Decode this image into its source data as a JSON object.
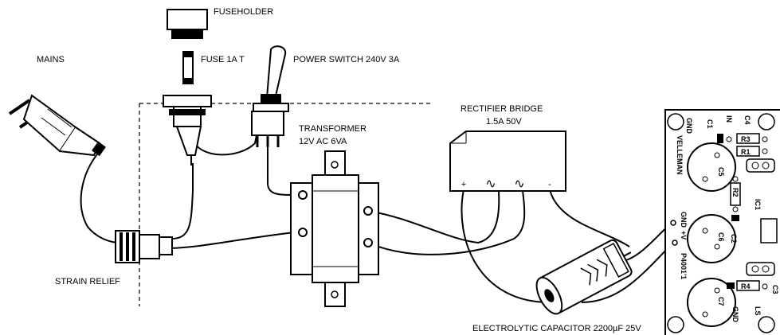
{
  "labels": {
    "fuseholder": "FUSEHOLDER",
    "mains": "MAINS",
    "fuse": "FUSE 1A T",
    "power_switch": "POWER SWITCH 240V 3A",
    "rectifier_title": "RECTIFIER BRIDGE",
    "rectifier_rating": "1.5A  50V",
    "transformer_title": "TRANSFORMER",
    "transformer_rating": "12V AC 6VA",
    "strain_relief": "STRAIN RELIEF",
    "capacitor": "ELECTROLYTIC CAPACITOR  2200µF 25V"
  },
  "rectifier_terminals": {
    "plus": "+",
    "ac1": "∿",
    "ac2": "∿",
    "minus": "-"
  },
  "pcb": {
    "brand": "VELLEMAN",
    "model": "P4001'1",
    "gnd_top": "GND",
    "c1": "C1",
    "in": "IN",
    "c4": "C4",
    "r3": "R3",
    "r1": "R1",
    "c5": "C5",
    "r2": "R2",
    "ic1": "IC1",
    "gnd_mid": "GND",
    "plus_v": "+V",
    "c6": "C6",
    "c2": "C2",
    "c7": "C7",
    "r4": "R4",
    "c3": "C3",
    "gnd_bot": "GND",
    "ls": "LS"
  }
}
